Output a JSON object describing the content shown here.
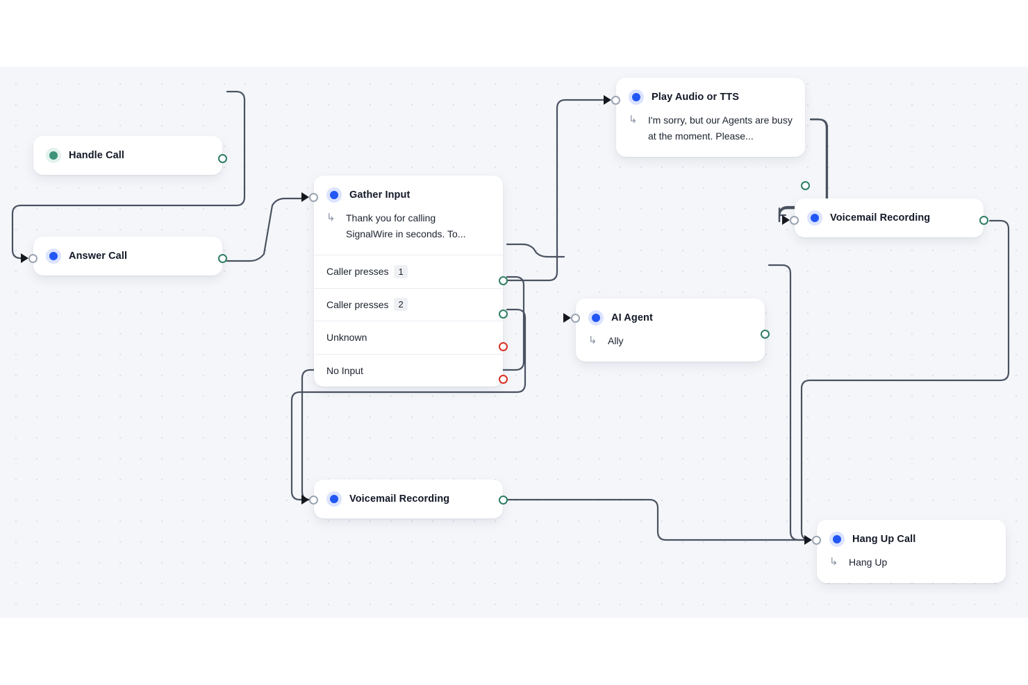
{
  "canvas": {
    "background_color": "#f4f6fa",
    "grid_dot_color": "#d3d8e3",
    "grid_spacing": 30
  },
  "colors": {
    "node_bg": "#ffffff",
    "accent_blue": "#2257f5",
    "accent_green": "#3d9277",
    "handle_green": "#2e7d63",
    "handle_red": "#d92d20",
    "handle_gray": "#9aa3b2",
    "edge": "#4a5260",
    "text_primary": "#121826",
    "badge_bg": "#eef0f4"
  },
  "nodes": [
    {
      "id": "handle-call",
      "title": "Handle Call",
      "icon": "green-dot-icon",
      "accent": "green"
    },
    {
      "id": "answer-call",
      "title": "Answer Call",
      "icon": "blue-dot-icon",
      "accent": "blue"
    },
    {
      "id": "gather-input",
      "title": "Gather Input",
      "icon": "blue-dot-icon",
      "accent": "blue",
      "subtitle": "Thank you for calling SignalWire in seconds. To...",
      "subtitle_icon": "branch-arrow-icon",
      "branches": [
        {
          "label": "Caller presses",
          "badge": "1",
          "handle": "green"
        },
        {
          "label": "Caller presses",
          "badge": "2",
          "handle": "green"
        },
        {
          "label": "Unknown",
          "badge": "",
          "handle": "red"
        },
        {
          "label": "No Input",
          "badge": "",
          "handle": "red"
        }
      ]
    },
    {
      "id": "play-audio-or-tts",
      "title": "Play Audio or TTS",
      "icon": "blue-dot-icon",
      "accent": "blue",
      "subtitle": "I'm sorry, but our Agents are busy at the moment. Please...",
      "subtitle_icon": "branch-arrow-icon"
    },
    {
      "id": "voicemail-recording-right",
      "title": "Voicemail Recording",
      "icon": "blue-dot-icon",
      "accent": "blue"
    },
    {
      "id": "ai-agent",
      "title": "AI Agent",
      "icon": "blue-dot-icon",
      "accent": "blue",
      "subtitle": "Ally",
      "subtitle_icon": "branch-arrow-icon"
    },
    {
      "id": "voicemail-recording-bottom",
      "title": "Voicemail Recording",
      "icon": "blue-dot-icon",
      "accent": "blue"
    },
    {
      "id": "hang-up-call",
      "title": "Hang Up Call",
      "icon": "blue-dot-icon",
      "accent": "blue",
      "subtitle": "Hang Up",
      "subtitle_icon": "branch-arrow-icon"
    }
  ],
  "edges": [
    {
      "from": "handle-call",
      "to": "answer-call"
    },
    {
      "from": "answer-call",
      "to": "gather-input"
    },
    {
      "from": "gather-input.caller-presses-1",
      "to": "play-audio-or-tts"
    },
    {
      "from": "gather-input.caller-presses-2",
      "to": "ai-agent"
    },
    {
      "from": "gather-input.unknown",
      "to": "voicemail-recording-bottom"
    },
    {
      "from": "gather-input.no-input",
      "to": "voicemail-recording-bottom"
    },
    {
      "from": "play-audio-or-tts",
      "to": "voicemail-recording-right"
    },
    {
      "from": "voicemail-recording-right",
      "to": "hang-up-call"
    },
    {
      "from": "ai-agent",
      "to": "hang-up-call"
    },
    {
      "from": "voicemail-recording-bottom",
      "to": "hang-up-call"
    }
  ]
}
